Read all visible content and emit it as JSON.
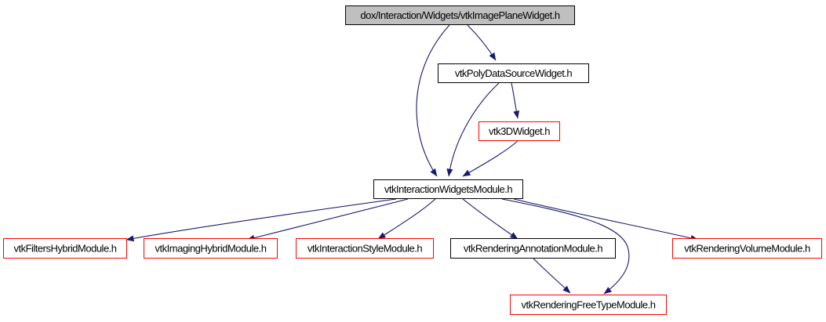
{
  "colors": {
    "root_fill": "#bfbfbf",
    "documented_border": "#000000",
    "undocumented_border": "#ff0000",
    "edge": "#191970",
    "text": "#000000"
  },
  "diagram": {
    "nodes": [
      {
        "id": "root",
        "label": "dox/Interaction/Widgets/vtkImagePlaneWidget.h",
        "kind": "root"
      },
      {
        "id": "polydata",
        "label": "vtkPolyDataSourceWidget.h",
        "kind": "documented"
      },
      {
        "id": "w3d",
        "label": "vtk3DWidget.h",
        "kind": "undocumented"
      },
      {
        "id": "iwm",
        "label": "vtkInteractionWidgetsModule.h",
        "kind": "documented"
      },
      {
        "id": "fhm",
        "label": "vtkFiltersHybridModule.h",
        "kind": "undocumented"
      },
      {
        "id": "ihm",
        "label": "vtkImagingHybridModule.h",
        "kind": "undocumented"
      },
      {
        "id": "ism",
        "label": "vtkInteractionStyleModule.h",
        "kind": "undocumented"
      },
      {
        "id": "ram",
        "label": "vtkRenderingAnnotationModule.h",
        "kind": "documented"
      },
      {
        "id": "rvm",
        "label": "vtkRenderingVolumeModule.h",
        "kind": "undocumented"
      },
      {
        "id": "rftm",
        "label": "vtkRenderingFreeTypeModule.h",
        "kind": "undocumented"
      }
    ],
    "edges": [
      {
        "from": "root",
        "to": "polydata"
      },
      {
        "from": "root",
        "to": "iwm"
      },
      {
        "from": "polydata",
        "to": "w3d"
      },
      {
        "from": "polydata",
        "to": "iwm"
      },
      {
        "from": "w3d",
        "to": "iwm"
      },
      {
        "from": "iwm",
        "to": "fhm"
      },
      {
        "from": "iwm",
        "to": "ihm"
      },
      {
        "from": "iwm",
        "to": "ism"
      },
      {
        "from": "iwm",
        "to": "ram"
      },
      {
        "from": "iwm",
        "to": "rvm"
      },
      {
        "from": "iwm",
        "to": "rftm"
      },
      {
        "from": "ram",
        "to": "rftm"
      }
    ]
  }
}
